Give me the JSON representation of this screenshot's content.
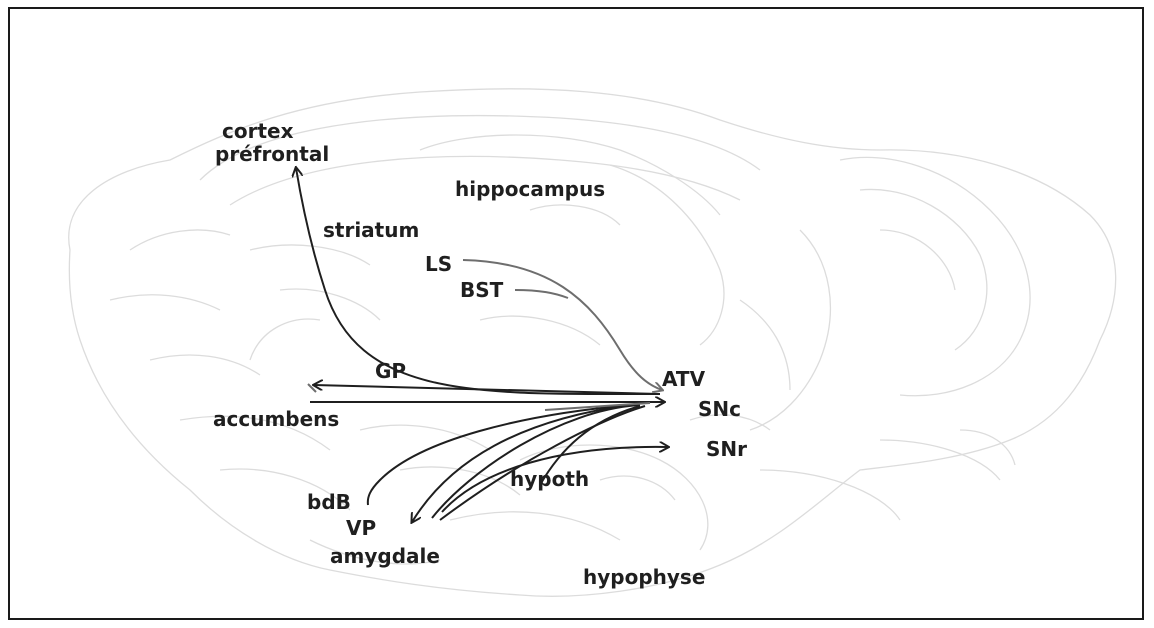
{
  "colors": {
    "frame": "#1a1a1a",
    "text": "#1f1f1f",
    "arrow": "#1f1f1f",
    "arrow_gray": "#6e6e6e",
    "outline": "#dcdcdc"
  },
  "labels": {
    "cortex_line1": "cortex",
    "cortex_line2": "préfrontal",
    "hippocampus": "hippocampus",
    "striatum": "striatum",
    "ls": "LS",
    "bst": "BST",
    "gp": "GP",
    "atv": "ATV",
    "snc": "SNc",
    "accumbens": "accumbens",
    "snr": "SNr",
    "hypoth": "hypoth",
    "bdb": "bdB",
    "vp": "VP",
    "amygdale": "amygdale",
    "hypophyse": "hypophyse"
  }
}
